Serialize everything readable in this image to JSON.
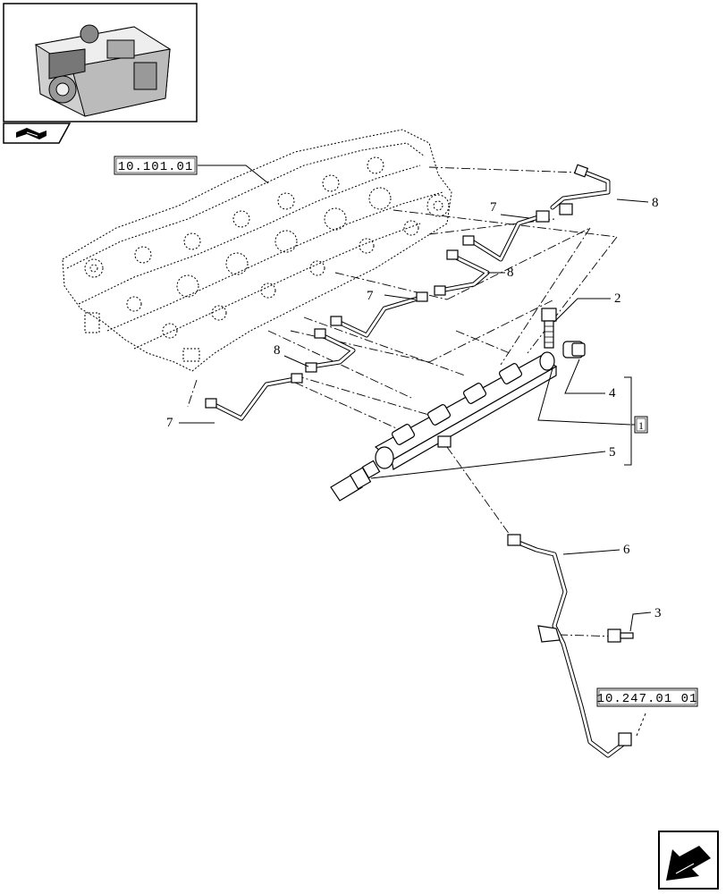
{
  "references": {
    "engine_head_ref": "10.101.01",
    "fuel_line_ref": "10.247.01 01"
  },
  "group_label": "1",
  "callouts": {
    "c2": "2",
    "c3": "3",
    "c4": "4",
    "c5": "5",
    "c6": "6",
    "c7_top": "7",
    "c7_mid": "7",
    "c7_low": "7",
    "c8_top": "8",
    "c8_mid": "8",
    "c8_low": "8"
  },
  "icons": {
    "top_nav": "book-arrow-icon",
    "bottom_nav": "next-page-arrow-icon",
    "thumbnail": "engine-thumbnail-icon"
  }
}
